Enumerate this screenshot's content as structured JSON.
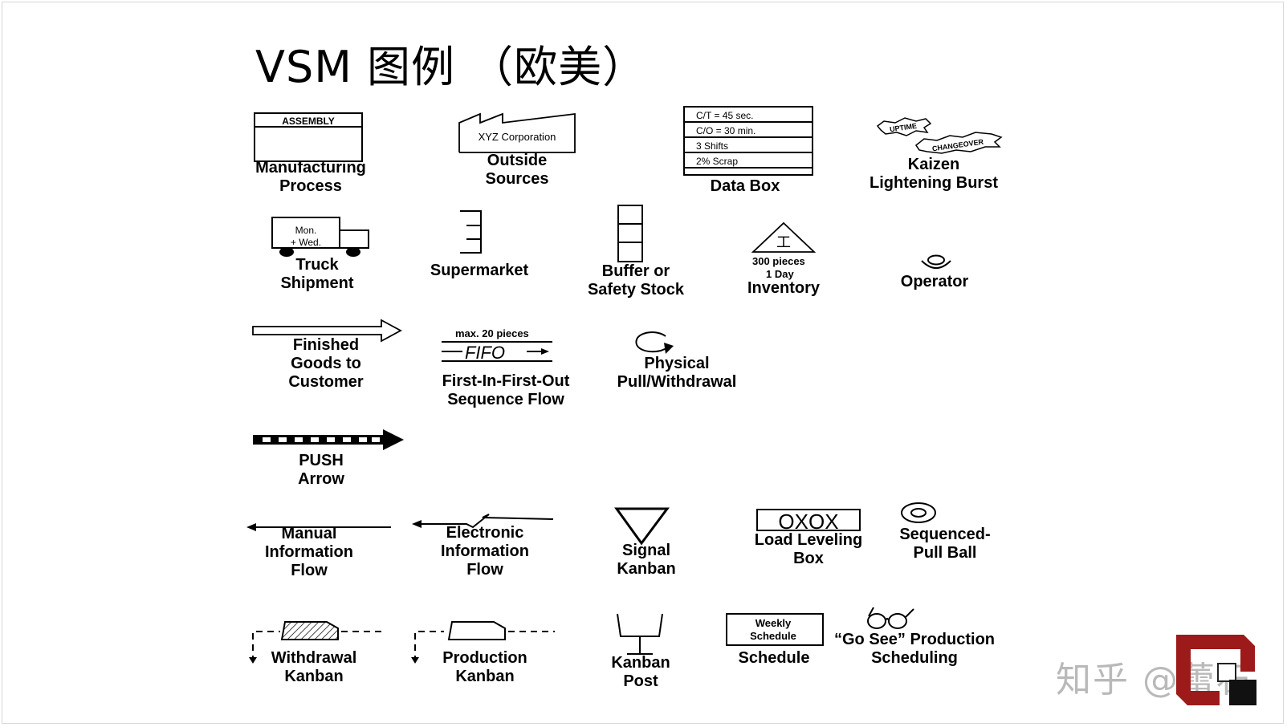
{
  "title": "VSM 图例  （欧美）",
  "symbols": {
    "manufacturing_process": {
      "label": "Manufacturing\nProcess",
      "box_text": "ASSEMBLY"
    },
    "outside_sources": {
      "label": "Outside\nSources",
      "box_text": "XYZ Corporation"
    },
    "data_box": {
      "label": "Data Box",
      "rows": [
        "C/T = 45 sec.",
        "C/O = 30 min.",
        "3 Shifts",
        "2% Scrap"
      ]
    },
    "kaizen_burst": {
      "label": "Kaizen\nLightening  Burst",
      "burst1": "UPTIME",
      "burst2": "CHANGEOVER"
    },
    "truck_shipment": {
      "label": "Truck\nShipment",
      "cargo_line1": "Mon.",
      "cargo_line2": "+ Wed."
    },
    "supermarket": {
      "label": "Supermarket"
    },
    "buffer_stock": {
      "label": "Buffer or\nSafety Stock"
    },
    "inventory": {
      "label": "Inventory",
      "glyph": "工",
      "qty": "300 pieces",
      "time": "1 Day"
    },
    "operator": {
      "label": "Operator"
    },
    "finished_goods": {
      "label": "Finished\nGoods to\nCustomer"
    },
    "fifo": {
      "label": "First-In-First-Out\nSequence Flow",
      "max_text": "max. 20 pieces",
      "fifo_text": "FIFO"
    },
    "physical_pull": {
      "label": "Physical\nPull/Withdrawal"
    },
    "push_arrow": {
      "label": "PUSH\nArrow"
    },
    "manual_info": {
      "label": "Manual\nInformation\nFlow"
    },
    "electronic_info": {
      "label": "Electronic\nInformation\nFlow"
    },
    "signal_kanban": {
      "label": "Signal\nKanban"
    },
    "load_leveling": {
      "label": "Load Leveling\nBox",
      "box_text": "OXOX"
    },
    "sequenced_pull": {
      "label": "Sequenced-\nPull Ball"
    },
    "withdrawal_kanban": {
      "label": "Withdrawal\nKanban"
    },
    "production_kanban": {
      "label": "Production\nKanban"
    },
    "kanban_post": {
      "label": "Kanban\nPost"
    },
    "schedule": {
      "label": "Schedule",
      "box_line1": "Weekly",
      "box_line2": "Schedule"
    },
    "go_see": {
      "label": "“Go See” Production\nScheduling"
    }
  },
  "watermark": "知乎 @蕾石"
}
